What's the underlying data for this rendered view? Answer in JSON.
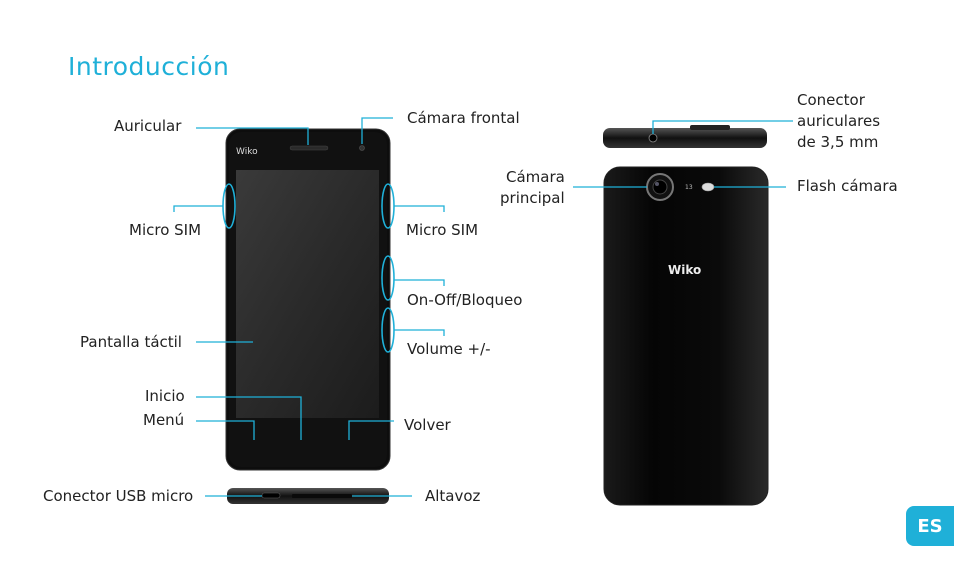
{
  "page": {
    "title": "Introducción",
    "language_badge": "ES"
  },
  "front_labels": {
    "auricular": "Auricular",
    "camara_frontal": "Cámara frontal",
    "micro_sim_left": "Micro SIM",
    "micro_sim_right": "Micro SIM",
    "on_off": "On-Off/Bloqueo",
    "pantalla": "Pantalla táctil",
    "volume": "Volume +/-",
    "inicio": "Inicio",
    "menu": "Menú",
    "volver": "Volver",
    "usb": "Conector USB micro",
    "altavoz": "Altavoz"
  },
  "back_labels": {
    "conector_line1": "Conector",
    "conector_line2": "auriculares",
    "conector_line3": "de 3,5 mm",
    "camara_line1": "Cámara",
    "camara_line2": "principal",
    "flash": "Flash cámara"
  },
  "logo": {
    "brand_front": "Wiko",
    "brand_back": "Wiko"
  },
  "colors": {
    "accent": "#1fb0d8",
    "phone_body": "#0d0d0d"
  }
}
